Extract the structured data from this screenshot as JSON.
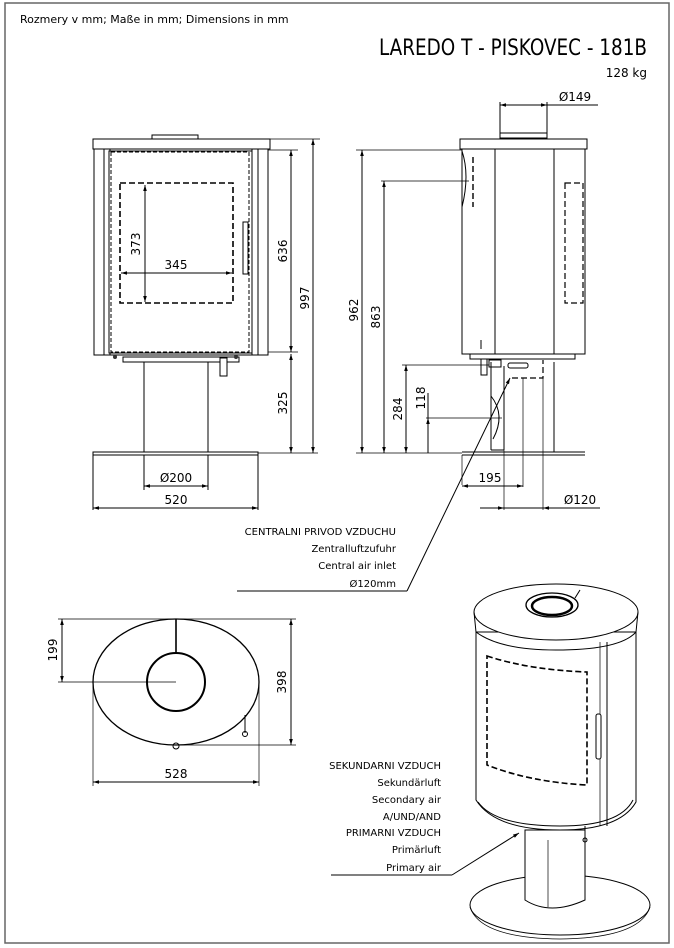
{
  "header": {
    "units_note": "Rozmery v mm; Maße in mm; Dimensions in mm",
    "title": "LAREDO T - PISKOVEC - 181B",
    "weight": "128 kg"
  },
  "front_view": {
    "dimensions": {
      "window_height": "373",
      "window_width": "345",
      "door_height": "636",
      "total_height": "997",
      "pedestal_height": "325",
      "pedestal_diameter": "Ø200",
      "base_width": "520"
    }
  },
  "side_view": {
    "dimensions": {
      "flue_diameter": "Ø149",
      "flue_height": "962",
      "rear_outlet_height": "863",
      "air_inlet_top_height": "284",
      "air_inlet_center_height": "118",
      "air_inlet_offset": "195",
      "air_inlet_diameter": "Ø120"
    }
  },
  "central_air_callout": {
    "lines": [
      "CENTRALNI PRIVOD VZDUCHU",
      "Zentralluftzufuhr",
      "Central air inlet",
      "Ø120mm"
    ]
  },
  "top_view": {
    "dimensions": {
      "flue_center_offset": "199",
      "depth": "398",
      "width": "528"
    }
  },
  "air_callout": {
    "lines": [
      "SEKUNDARNI VZDUCH",
      "Sekundärluft",
      "Secondary air",
      "A/UND/AND",
      "PRIMARNI VZDUCH",
      "Primärluft",
      "Primary air"
    ]
  }
}
